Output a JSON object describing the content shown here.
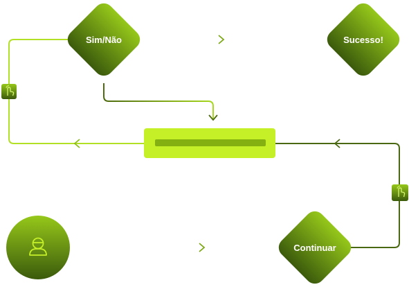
{
  "nodes": {
    "decision": {
      "label": "Sim/Não"
    },
    "success": {
      "label": "Sucesso!"
    },
    "continue": {
      "label": "Continuar"
    },
    "user": {
      "icon": "user-icon"
    },
    "progress": {
      "icon": "progress-bar"
    }
  },
  "connector_icons": {
    "left": "hand-pointer-icon",
    "right": "hand-pointer-icon"
  },
  "colors": {
    "line_light": "#a8d81e",
    "line_dark": "#4d6a10",
    "node_top": "#96c81a",
    "node_bottom": "#3b5a0c",
    "bar_fill": "#c5f028",
    "bar_inner": "#85b012",
    "user_icon_stroke": "#c5f028"
  }
}
